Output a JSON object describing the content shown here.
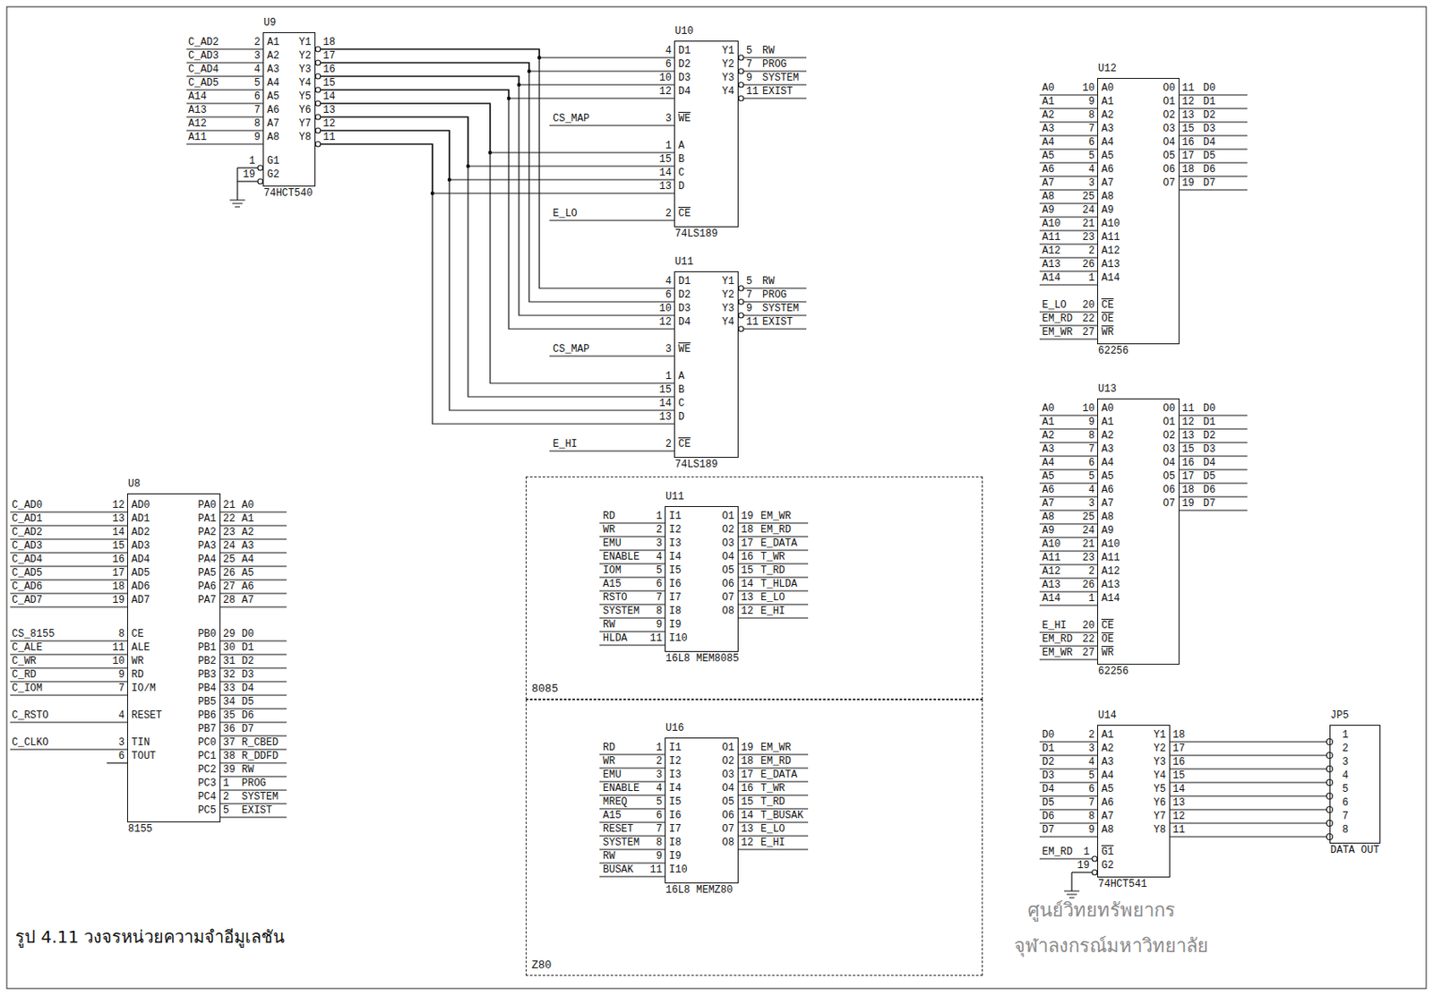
{
  "diagram": {
    "caption": "รูป 4.11 วงจรหน่วยความจำอีมูเลชัน",
    "nodes": [
      {
        "text": [
          "U9",
          "A1",
          "A2",
          "A3",
          "A4",
          "A5",
          "A6",
          "A7",
          "A8",
          "G1",
          "G2",
          "Y1",
          "Y2",
          "Y3",
          "Y4",
          "Y5",
          "Y6",
          "Y7",
          "Y8",
          "74HCT540"
        ]
      },
      {
        "text": [
          "U10",
          "D1",
          "D2",
          "D3",
          "D4",
          "WE",
          "A",
          "B",
          "C",
          "D",
          "CE",
          "Y1",
          "Y2",
          "Y3",
          "Y4",
          "74LS189"
        ]
      },
      {
        "text": [
          "U12",
          "A0",
          "A1",
          "A2",
          "A3",
          "A4",
          "A5",
          "A6",
          "A7",
          "A8",
          "A9",
          "A10",
          "A11",
          "A12",
          "A13",
          "A14",
          "CE",
          "OE",
          "WR",
          "O0",
          "O1",
          "O2",
          "O3",
          "O4",
          "O5",
          "O6",
          "O7",
          "62256"
        ]
      },
      {
        "text": [
          "U11",
          "D1",
          "D2",
          "D3",
          "D4",
          "WE",
          "A",
          "B",
          "C",
          "D",
          "CE",
          "Y1",
          "Y2",
          "Y3",
          "Y4",
          "74LS189"
        ]
      },
      {
        "text": [
          "U13",
          "A0",
          "A1",
          "A2",
          "A3",
          "A4",
          "A5",
          "A6",
          "A7",
          "A8",
          "A9",
          "A10",
          "A11",
          "A12",
          "A13",
          "A14",
          "CE",
          "OE",
          "WR",
          "O0",
          "O1",
          "O2",
          "O3",
          "O4",
          "O5",
          "O6",
          "O7",
          "62256"
        ]
      },
      {
        "text": [
          "U8",
          "AD0",
          "AD1",
          "AD2",
          "AD3",
          "AD4",
          "AD5",
          "AD6",
          "AD7",
          "CE",
          "ALE",
          "WR",
          "RD",
          "IO/M",
          "RESET",
          "TIN",
          "TOUT",
          "PA0",
          "PA1",
          "PA2",
          "PA3",
          "PA4",
          "PA5",
          "PA6",
          "PA7",
          "PB0",
          "PB1",
          "PB2",
          "PB3",
          "PB4",
          "PB5",
          "PB6",
          "PB7",
          "PC0",
          "PC1",
          "PC2",
          "PC3",
          "PC4",
          "PC5",
          "8155"
        ]
      },
      {
        "text": [
          "8085"
        ]
      },
      {
        "text": [
          "U11",
          "I1",
          "I2",
          "I3",
          "I4",
          "I5",
          "I6",
          "I7",
          "I8",
          "I9",
          "I10",
          "O1",
          "O2",
          "O3",
          "O4",
          "O5",
          "O6",
          "O7",
          "O8",
          "16L8 MEM8085"
        ],
        "in": 6
      },
      {
        "text": [
          "Z80"
        ]
      },
      {
        "text": [
          "U16",
          "I1",
          "I2",
          "I3",
          "I4",
          "I5",
          "I6",
          "I7",
          "I8",
          "I9",
          "I10",
          "O1",
          "O2",
          "O3",
          "O4",
          "O5",
          "O6",
          "O7",
          "O8",
          "16L8 MEMZ80"
        ],
        "in": 8
      },
      {
        "text": [
          "U14",
          "A1",
          "A2",
          "A3",
          "A4",
          "A5",
          "A6",
          "A7",
          "A8",
          "G1",
          "G2",
          "Y1",
          "Y2",
          "Y3",
          "Y4",
          "Y5",
          "Y6",
          "Y7",
          "Y8",
          "74HCT541"
        ]
      },
      {
        "text": [
          "JP5",
          "1",
          "2",
          "3",
          "4",
          "5",
          "6",
          "7",
          "8",
          "DATA OUT"
        ]
      }
    ],
    "edges": [
      {
        "from": 0,
        "to": 1,
        "arrow": "none"
      },
      {
        "from": 0,
        "to": 1,
        "arrow": "none"
      },
      {
        "from": 0,
        "to": 1,
        "arrow": "none"
      },
      {
        "from": 0,
        "to": 1,
        "arrow": "none"
      },
      {
        "from": 0,
        "to": 1,
        "arrow": "none"
      },
      {
        "from": 0,
        "to": 1,
        "arrow": "none"
      },
      {
        "from": 0,
        "to": 1,
        "arrow": "none"
      },
      {
        "from": 0,
        "to": 1,
        "arrow": "none"
      },
      {
        "from": 0,
        "to": 3,
        "arrow": "none"
      },
      {
        "from": 0,
        "to": 3,
        "arrow": "none"
      },
      {
        "from": 0,
        "to": 3,
        "arrow": "none"
      },
      {
        "from": 0,
        "to": 3,
        "arrow": "none"
      },
      {
        "from": 0,
        "to": 3,
        "arrow": "none"
      },
      {
        "from": 0,
        "to": 3,
        "arrow": "none"
      },
      {
        "from": 0,
        "to": 3,
        "arrow": "none"
      },
      {
        "from": 0,
        "to": 3,
        "arrow": "none"
      },
      {
        "from": 10,
        "to": 11,
        "arrow": "none"
      },
      {
        "from": 10,
        "to": 11,
        "arrow": "none"
      },
      {
        "from": 10,
        "to": 11,
        "arrow": "none"
      },
      {
        "from": 10,
        "to": 11,
        "arrow": "none"
      },
      {
        "from": 10,
        "to": 11,
        "arrow": "none"
      },
      {
        "from": 10,
        "to": 11,
        "arrow": "none"
      },
      {
        "from": 10,
        "to": 11,
        "arrow": "none"
      },
      {
        "from": 10,
        "to": 11,
        "arrow": "none"
      }
    ],
    "labels": [
      "2",
      "C_AD2",
      "3",
      "C_AD3",
      "4",
      "C_AD4",
      "5",
      "C_AD5",
      "6",
      "A14",
      "7",
      "A13",
      "8",
      "A12",
      "9",
      "A11",
      "1",
      "19",
      "18",
      "17",
      "16",
      "15",
      "14",
      "13",
      "12",
      "11",
      "4",
      "6",
      "10",
      "12",
      "3",
      "CS_MAP",
      "1",
      "15",
      "14",
      "13",
      "2",
      "E_LO",
      "5",
      "RW",
      "7",
      "PROG",
      "9",
      "SYSTEM",
      "11",
      "EXIST",
      "10",
      "A0",
      "9",
      "A1",
      "8",
      "A2",
      "7",
      "A3",
      "6",
      "A4",
      "5",
      "A5",
      "4",
      "A6",
      "3",
      "A7",
      "25",
      "A8",
      "24",
      "A9",
      "21",
      "A10",
      "23",
      "A11",
      "2",
      "A12",
      "26",
      "A13",
      "1",
      "A14",
      "20",
      "E_LO",
      "22",
      "EM_RD",
      "27",
      "EM_WR",
      "11",
      "D0",
      "12",
      "D1",
      "13",
      "D2",
      "15",
      "D3",
      "16",
      "D4",
      "17",
      "D5",
      "18",
      "D6",
      "19",
      "D7",
      "4",
      "6",
      "10",
      "12",
      "3",
      "CS_MAP",
      "1",
      "15",
      "14",
      "13",
      "2",
      "E_HI",
      "5",
      "RW",
      "7",
      "PROG",
      "9",
      "SYSTEM",
      "11",
      "EXIST",
      "10",
      "A0",
      "9",
      "A1",
      "8",
      "A2",
      "7",
      "A3",
      "6",
      "A4",
      "5",
      "A5",
      "4",
      "A6",
      "3",
      "A7",
      "25",
      "A8",
      "24",
      "A9",
      "21",
      "A10",
      "23",
      "A11",
      "2",
      "A12",
      "26",
      "A13",
      "1",
      "A14",
      "20",
      "E_HI",
      "22",
      "EM_RD",
      "27",
      "EM_WR",
      "11",
      "D0",
      "12",
      "D1",
      "13",
      "D2",
      "15",
      "D3",
      "16",
      "D4",
      "17",
      "D5",
      "18",
      "D6",
      "19",
      "D7",
      "12",
      "C_AD0",
      "13",
      "C_AD1",
      "14",
      "C_AD2",
      "15",
      "C_AD3",
      "16",
      "C_AD4",
      "17",
      "C_AD5",
      "18",
      "C_AD6",
      "19",
      "C_AD7",
      "8",
      "CS_8155",
      "11",
      "C_ALE",
      "10",
      "C_WR",
      "9",
      "C_RD",
      "7",
      "C_IOM",
      "4",
      "C_RSTO",
      "3",
      "C_CLKO",
      "6",
      "21",
      "A0",
      "22",
      "A1",
      "23",
      "A2",
      "24",
      "A3",
      "25",
      "A4",
      "26",
      "A5",
      "27",
      "A6",
      "28",
      "A7",
      "29",
      "D0",
      "30",
      "D1",
      "31",
      "D2",
      "32",
      "D3",
      "33",
      "D4",
      "34",
      "D5",
      "35",
      "D6",
      "36",
      "D7",
      "37",
      "R_CBED",
      "38",
      "R_DDFD",
      "39",
      "RW",
      "1",
      "PROG",
      "2",
      "SYSTEM",
      "5",
      "EXIST",
      "1",
      "RD",
      "2",
      "WR",
      "3",
      "EMU",
      "4",
      "ENABLE",
      "5",
      "IOM",
      "6",
      "A15",
      "7",
      "RSTO",
      "8",
      "SYSTEM",
      "9",
      "RW",
      "11",
      "HLDA",
      "19",
      "EM_WR",
      "18",
      "EM_RD",
      "17",
      "E_DATA",
      "16",
      "T_WR",
      "15",
      "T_RD",
      "14",
      "T_HLDA",
      "13",
      "E_LO",
      "12",
      "E_HI",
      "1",
      "RD",
      "2",
      "WR",
      "3",
      "EMU",
      "4",
      "ENABLE",
      "5",
      "MREQ",
      "6",
      "A15",
      "7",
      "RESET",
      "8",
      "SYSTEM",
      "9",
      "RW",
      "11",
      "BUSAK",
      "19",
      "EM_WR",
      "18",
      "EM_RD",
      "17",
      "E_DATA",
      "16",
      "T_WR",
      "15",
      "T_RD",
      "14",
      "T_BUSAK",
      "13",
      "E_LO",
      "12",
      "E_HI",
      "2",
      "D0",
      "3",
      "D1",
      "4",
      "D2",
      "5",
      "D3",
      "6",
      "D4",
      "7",
      "D5",
      "8",
      "D6",
      "9",
      "D7",
      "1",
      "EM_RD",
      "19",
      "18",
      "17",
      "16",
      "15",
      "14",
      "13",
      "12",
      "11",
      "ศูนย์วิทยทรัพยากร",
      "จุฬาลงกรณ์มหาวิทยาลัย"
    ]
  }
}
